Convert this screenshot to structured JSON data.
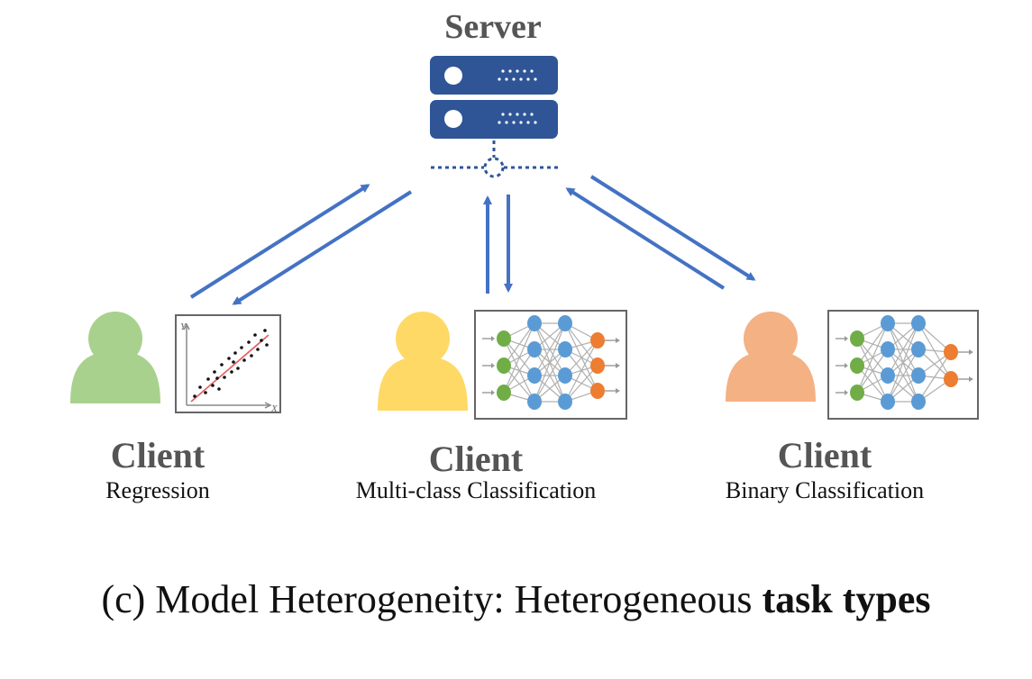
{
  "server": {
    "title": "Server"
  },
  "clients": [
    {
      "title": "Client",
      "task": "Regression",
      "color": "#a9d18e"
    },
    {
      "title": "Client",
      "task": "Multi-class Classification",
      "color": "#ffd966"
    },
    {
      "title": "Client",
      "task": "Binary Classification",
      "color": "#f4b183"
    }
  ],
  "plot_axes": {
    "y": "Y",
    "x": "X"
  },
  "caption": {
    "prefix": "(c) Model Heterogeneity: Heterogeneous ",
    "emphasis": "task types"
  },
  "colors": {
    "server": "#2f5597",
    "arrow": "#4472c4",
    "nn_input": "#70ad47",
    "nn_hidden": "#5b9bd5",
    "nn_output": "#ed7d31",
    "regression_line": "#e06666"
  }
}
